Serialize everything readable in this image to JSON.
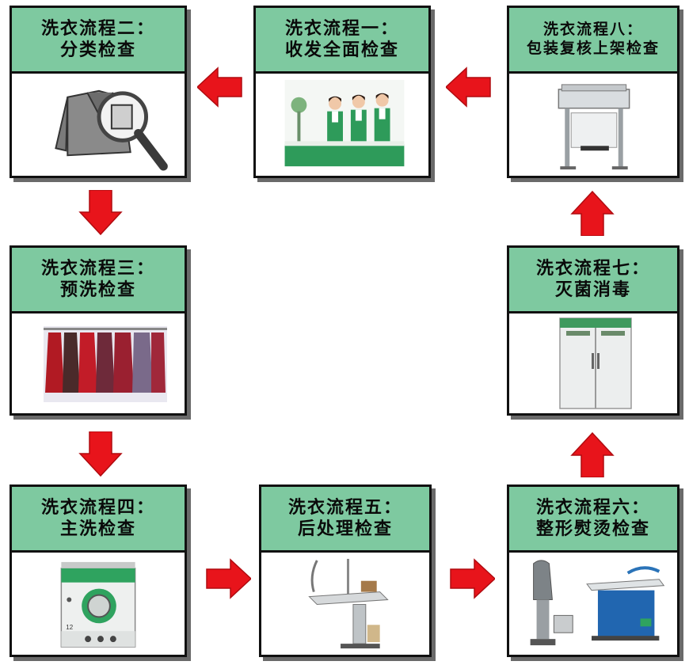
{
  "steps": [
    {
      "title": "洗衣流程一：",
      "subtitle": "收发全面检查",
      "image": "reception-staff-photo"
    },
    {
      "title": "洗衣流程二：",
      "subtitle": "分类检查",
      "image": "garment-magnifier-icon"
    },
    {
      "title": "洗衣流程三：",
      "subtitle": "预洗检查",
      "image": "hanging-garments-photo"
    },
    {
      "title": "洗衣流程四：",
      "subtitle": "主洗检查",
      "image": "dry-cleaning-machine-photo",
      "machine_label": "12"
    },
    {
      "title": "洗衣流程五：",
      "subtitle": "后处理检查",
      "image": "spotting-table-photo"
    },
    {
      "title": "洗衣流程六：",
      "subtitle": "整形熨烫检查",
      "image": "ironing-equipment-photo"
    },
    {
      "title": "洗衣流程七：",
      "subtitle": "灭菌消毒",
      "image": "sterilizer-cabinet-photo"
    },
    {
      "title": "洗衣流程八：",
      "subtitle": "包装复核上架检查",
      "image": "packaging-machine-photo"
    }
  ],
  "colors": {
    "header_green": "#7ec9a0",
    "arrow_red": "#e8141b",
    "border": "#111111",
    "shadow": "#6a6a6a"
  },
  "arrows": [
    {
      "from": "step-1",
      "to": "step-2",
      "direction": "left"
    },
    {
      "from": "step-8",
      "to": "step-1",
      "direction": "left"
    },
    {
      "from": "step-2",
      "to": "step-3",
      "direction": "down"
    },
    {
      "from": "step-3",
      "to": "step-4",
      "direction": "down"
    },
    {
      "from": "step-4",
      "to": "step-5",
      "direction": "right"
    },
    {
      "from": "step-5",
      "to": "step-6",
      "direction": "right"
    },
    {
      "from": "step-6",
      "to": "step-7",
      "direction": "up"
    },
    {
      "from": "step-7",
      "to": "step-8",
      "direction": "up"
    }
  ]
}
